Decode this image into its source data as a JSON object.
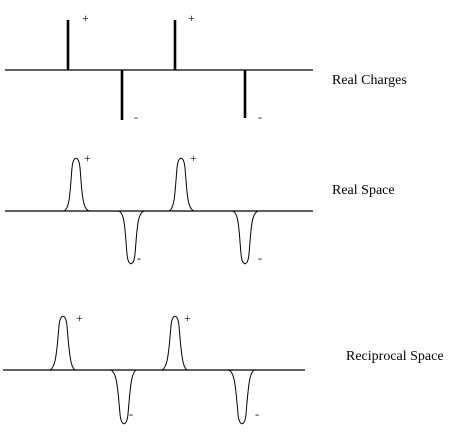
{
  "rows": [
    {
      "label": "Real Charges",
      "signs": [
        "+",
        "-",
        "+",
        "-"
      ]
    },
    {
      "label": "Real Space",
      "signs": [
        "+",
        "-",
        "+",
        "-"
      ]
    },
    {
      "label": "Reciprocal Space",
      "signs": [
        "+",
        "-",
        "+",
        "-"
      ]
    }
  ]
}
